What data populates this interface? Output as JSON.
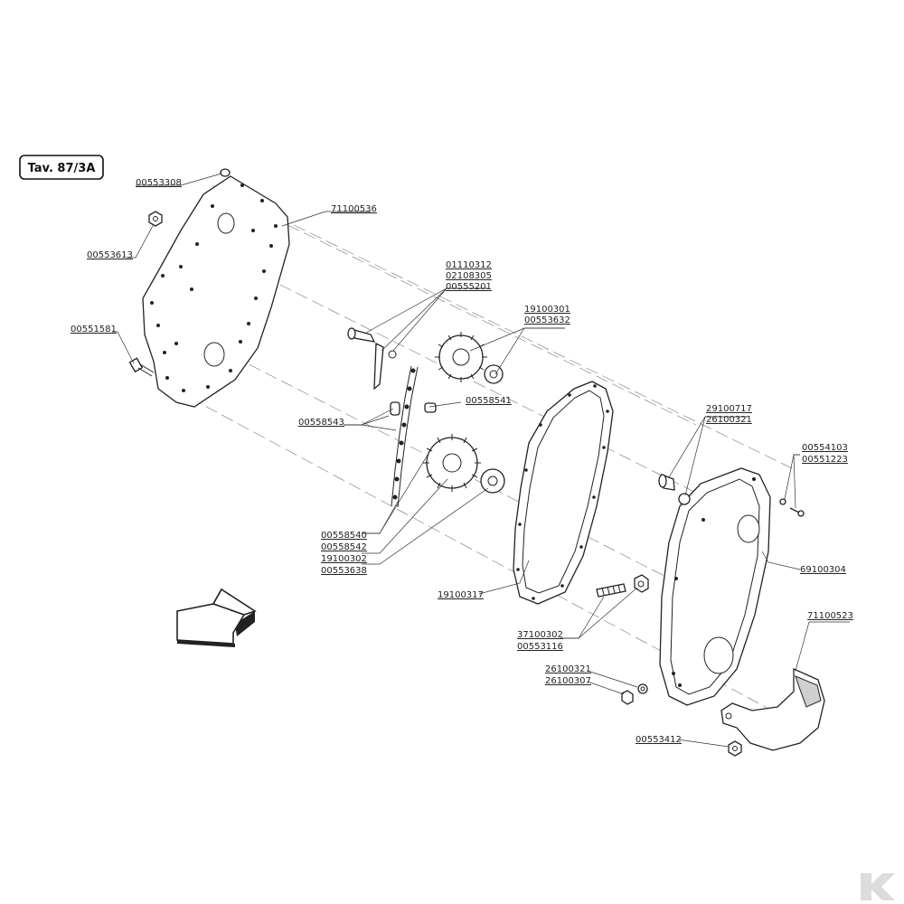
{
  "table_label": "Tav. 87/3A",
  "part_labels": {
    "l_00553308": "00553308",
    "l_71100536": "71100536",
    "l_00553613": "00553613",
    "l_00551581": "00551581",
    "l_01110312": "01110312",
    "l_02108305": "02108305",
    "l_00555201": "00555201",
    "l_19100301": "19100301",
    "l_00553632": "00553632",
    "l_00558541": "00558541",
    "l_00558543": "00558543",
    "l_29100717": "29100717",
    "l_26100321_a": "26100321",
    "l_00554103": "00554103",
    "l_00551223": "00551223",
    "l_00558540": "00558540",
    "l_00558542": "00558542",
    "l_19100302": "19100302",
    "l_00553638": "00553638",
    "l_69100304": "69100304",
    "l_19100317": "19100317",
    "l_71100523": "71100523",
    "l_37100302": "37100302",
    "l_00553116": "00553116",
    "l_26100321_b": "26100321",
    "l_26100307": "26100307",
    "l_00553412": "00553412"
  },
  "icons": {
    "direction": "front-direction-arrow-icon",
    "watermark": "brand-watermark-icon"
  },
  "colors": {
    "line": "#222222",
    "background": "#ffffff"
  }
}
